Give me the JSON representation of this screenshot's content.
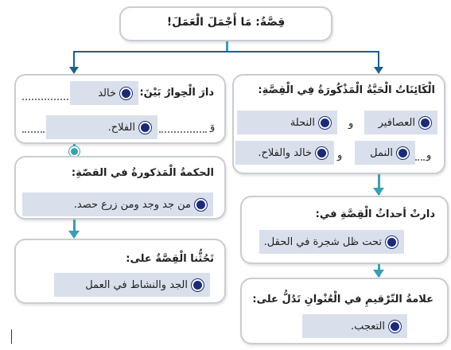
{
  "colors": {
    "accent": "#3a9fb2",
    "branch": "#1f5f8f",
    "answer_fill": "#d9e0ec",
    "bullet": "#1b2b78"
  },
  "title": "قِصَّةُ: مَا أَجْمَلَ الْعَمَلَ!",
  "creatures": {
    "heading": "الْكَائِنَاتُ الْحَيَّةُ الْمَذْكُورَةُ فِي الْقِصَّةِ:",
    "item1": "العصافير",
    "item2": "النحلة",
    "item3": "النمل",
    "item4": "خالد والفلاح.",
    "conj": "و"
  },
  "dialogue": {
    "heading": "دارَ الْحِوارُ بَيْنَ:",
    "name1": "خالد",
    "name2": "الفلاح.",
    "conj": "وَ"
  },
  "wisdom": {
    "heading": "الحكمةُ الْمَذكورةُ في القصّةِ:",
    "answer": "من جد وجد ومن زرع حصد."
  },
  "events": {
    "heading": "دارتْ أحداثُ الْقِصَّةِ في:",
    "answer": "تحت ظل شجرة في الحقل."
  },
  "urges": {
    "heading": "تَحُثُّنا الْقِصَّةُ على:",
    "answer": "الجد والنشاط في العمل"
  },
  "punctuation": {
    "heading": "علامةُ التّرْقيمِ في الْعُنْوانِ تَدُلُّ على:",
    "answer": "التعجب."
  }
}
